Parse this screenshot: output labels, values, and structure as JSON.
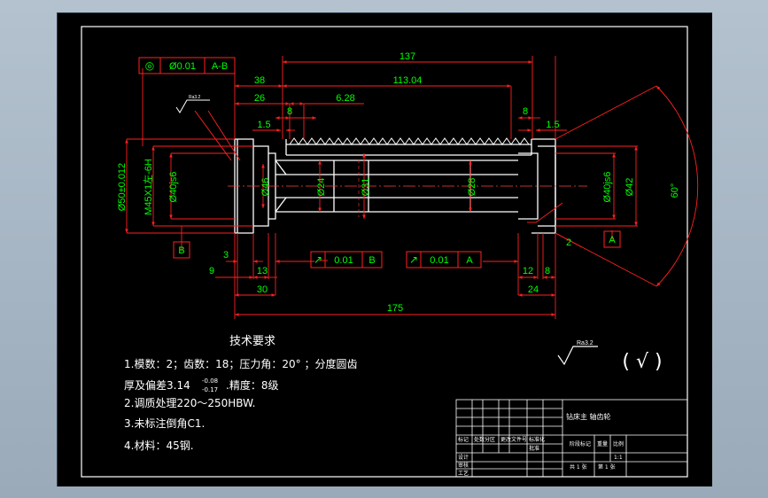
{
  "dims": {
    "d137": "137",
    "d38": "38",
    "d113": "113.04",
    "d26": "26",
    "d628": "6.28",
    "d8a": "8",
    "d15a": "1.5",
    "d8b": "8",
    "d15b": "1.5",
    "d3": "3",
    "d9": "9",
    "d13": "13",
    "d30": "30",
    "d12": "12",
    "d8c": "8",
    "d24": "24",
    "d2": "2",
    "d175": "175",
    "a60": "60°"
  },
  "diameters": {
    "m45": "M45X1左-6H",
    "d50": "Ø50±0.012",
    "d40l": "Ø40js6",
    "d46": "Ø46",
    "d24": "Ø24",
    "d31": "Ø31",
    "d28": "Ø28",
    "d40r": "Ø40js6",
    "d42": "Ø42"
  },
  "tolerances": {
    "concentricity": {
      "symbol": "◎",
      "value": "Ø0.01",
      "datum": "A-B"
    },
    "runout1": {
      "symbol": "↗",
      "value": "0.01",
      "datum": "B"
    },
    "runout2": {
      "symbol": "↗",
      "value": "0.01",
      "datum": "A"
    }
  },
  "datums": {
    "b": "B",
    "a": "A"
  },
  "roughness": {
    "small": "Ra3.2",
    "main": "Ra3.2",
    "rest": "( √ )"
  },
  "notes": {
    "title": "技术要求",
    "n1": "1.模数：2；齿数：18；压力角：20° ；分度圆齿",
    "n1b": "厚及偏差3.14",
    "n1sup": "-0.08",
    "n1sub": "-0.17",
    "n1c": ".精度：8级",
    "n2": "2.调质处理220～250HBW.",
    "n3": "3.未标注倒角C1.",
    "n4": "4.材料：45钢."
  },
  "titleblock": {
    "name": "钻床主 轴齿轮",
    "c1": "标记",
    "c2": "处数",
    "c3": "分区",
    "c4": "更改文件号",
    "c5": "设计",
    "c6": "审核",
    "c7": "工艺",
    "c8": "标准化",
    "c9": "批准",
    "c10": "阶段标记",
    "c11": "重量",
    "c12": "比例",
    "c13": "共 1 张",
    "c14": "第 1 张",
    "c15": "1:1"
  },
  "colors": {
    "frame": "#ffffff",
    "dim": "#ff2020",
    "text": "#00ff00",
    "line": "#ffffff",
    "center": "#ff4040"
  }
}
